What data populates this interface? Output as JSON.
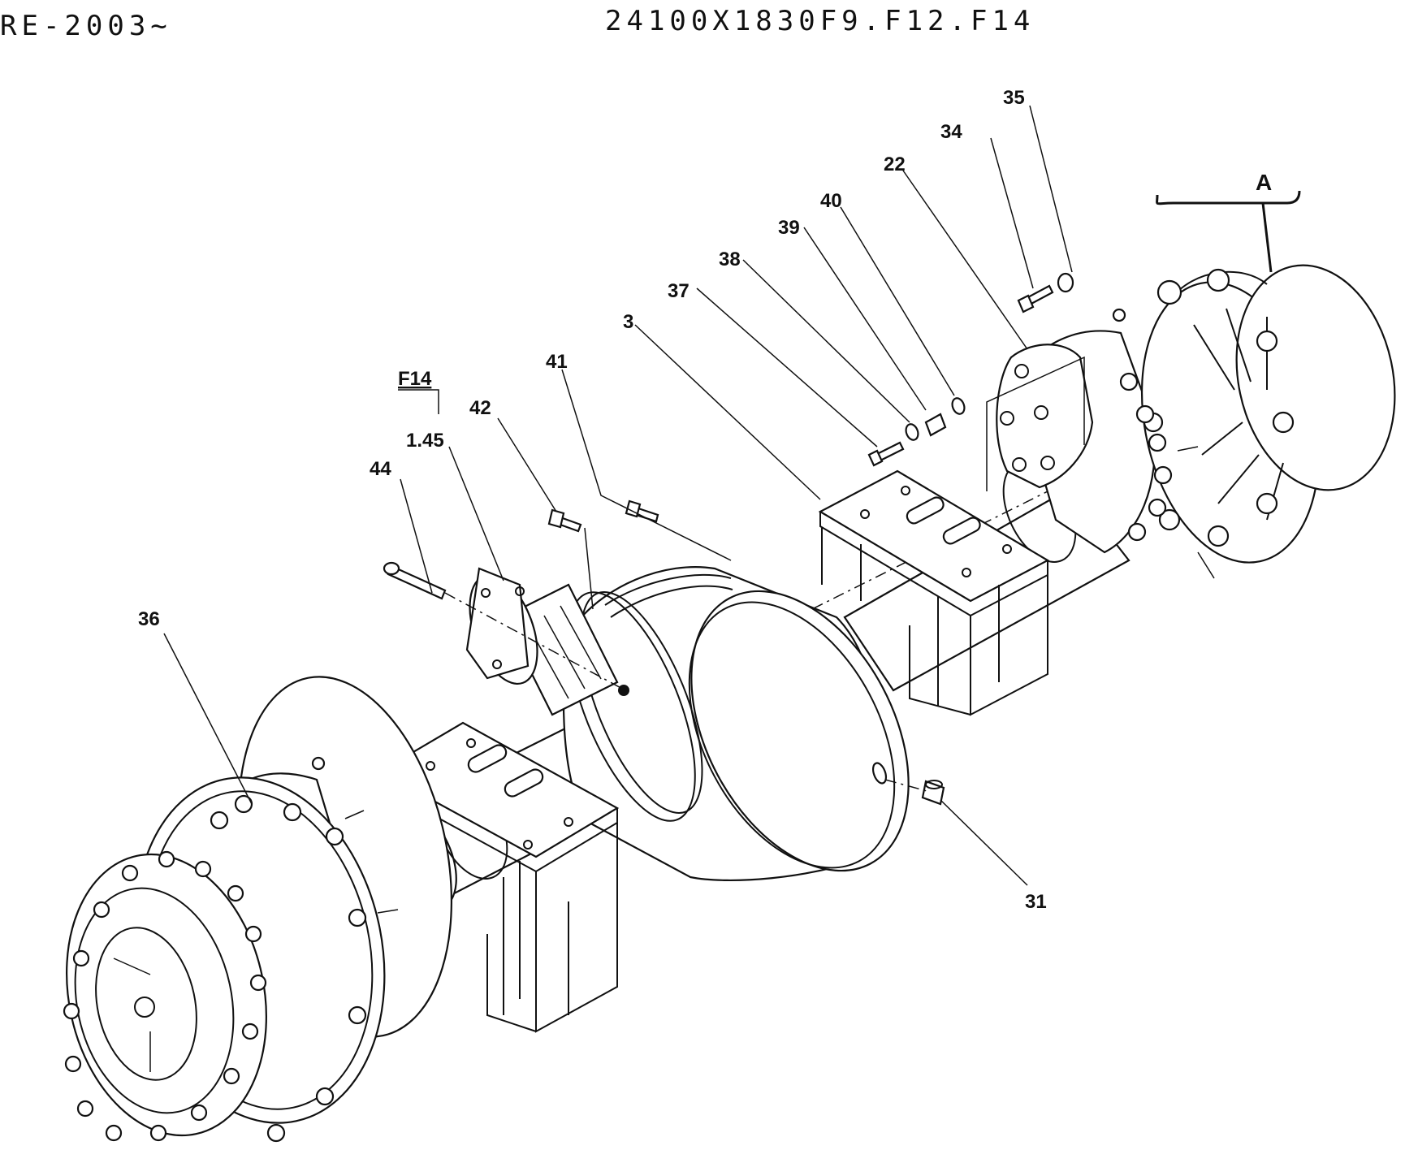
{
  "header": {
    "left_code": "RE-2003~",
    "right_code": "24100X1830F9.F12.F14"
  },
  "callouts": {
    "c35": "35",
    "c34": "34",
    "c22": "22",
    "c40": "40",
    "c39": "39",
    "c38": "38",
    "c37": "37",
    "c3": "3",
    "c41": "41",
    "c42": "42",
    "f14": "F14",
    "c145": "1.45",
    "c44": "44",
    "c36": "36",
    "c31": "31",
    "view_a": "A"
  }
}
